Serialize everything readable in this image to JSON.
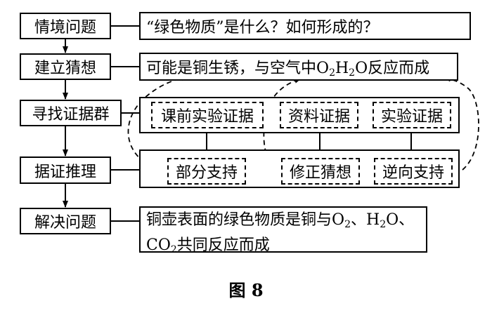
{
  "steps": [
    "情境问题",
    "建立猜想",
    "寻找证据群",
    "据证推理",
    "解决问题"
  ],
  "content": {
    "question": "“绿色物质”是什么？如何形成的？",
    "hypothesis": {
      "before": "可能是铜生锈，与空气中",
      "o": "O",
      "o_sub": "2",
      "h": "H",
      "h_sub": "2",
      "o2": "O",
      "after": "反应而成"
    },
    "evidence": [
      "课前实验证据",
      "资料证据",
      "实验证据"
    ],
    "reasoning": [
      "部分支持",
      "修正猜想",
      "逆向支持"
    ],
    "conclusion": {
      "line1_before": "铜壶表面的绿色物质是铜与",
      "o": "O",
      "o_sub": "2",
      "sep1": "、",
      "h": "H",
      "h_sub": "2",
      "o2": "O、",
      "line2_c": "CO",
      "line2_sub": "2",
      "line2_after": "共同反应而成"
    }
  },
  "caption": "图 8"
}
